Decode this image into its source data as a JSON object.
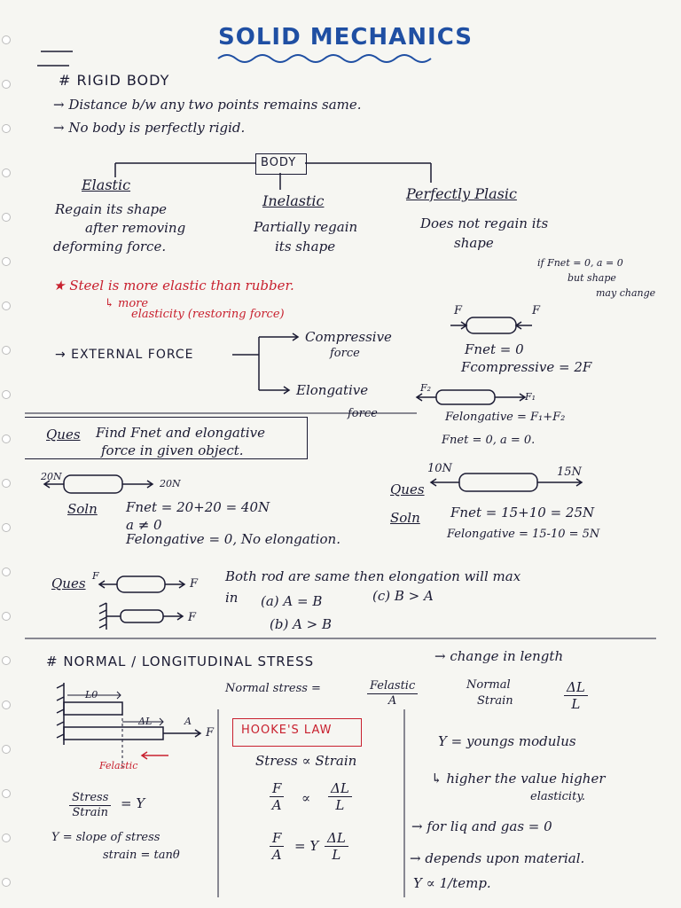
{
  "title": "SOLID MECHANICS",
  "rigid": {
    "heading": "# RIGID BODY",
    "l1": "→ Distance b/w any two points remains same.",
    "l2": "→ No body is perfectly rigid."
  },
  "tree": {
    "root": "BODY",
    "elastic": {
      "name": "Elastic",
      "d1": "Regain its shape",
      "d2": "after removing",
      "d3": "deforming force."
    },
    "inelastic": {
      "name": "Inelastic",
      "d1": "Partially regain",
      "d2": "its shape"
    },
    "plastic": {
      "name": "Perfectly Plasic",
      "d1": "Does not regain its",
      "d2": "shape"
    },
    "note1": "if Fnet = 0, a = 0",
    "note2": "but shape",
    "note3": "may change"
  },
  "steel": {
    "line": "★ Steel is more elastic than rubber.",
    "sub1": "↳ more",
    "sub2": "elasticity (restoring force)"
  },
  "ext": {
    "label": "→ EXTERNAL FORCE",
    "comp1": "Compressive",
    "comp2": "force",
    "comp_f1": "F",
    "comp_f2": "F",
    "comp_eq1": "Fnet = 0",
    "comp_eq2": "Fcompressive = 2F",
    "elong1": "Elongative",
    "elong2": "force",
    "elong_f1": "F₂",
    "elong_f2": "F₁",
    "elong_eq1": "Felongative = F₁+F₂",
    "elong_eq2": "Fnet = 0, a = 0."
  },
  "q1": {
    "label": "Ques",
    "text1": "Find Fnet and elongative",
    "text2": "force in given object.",
    "f_left": "20N",
    "f_right": "20N",
    "soln": "Soln",
    "s1": "Fnet = 20+20 = 40N",
    "s2": "a ≠ 0",
    "s3": "Felongative = 0, No elongation."
  },
  "q2": {
    "label": "Ques",
    "f_left": "10N",
    "f_right": "15N",
    "soln": "Soln",
    "s1": "Fnet = 15+10 = 25N",
    "s2": "Felongative = 15-10 = 5N"
  },
  "q3": {
    "label": "Ques",
    "f_top_left": "F",
    "f_top_right": "F",
    "f_bottom": "F",
    "text1": "Both rod are same then elongation will max",
    "text2": "in",
    "optA": "(a) A = B",
    "optC": "(c) B > A",
    "optB": "(b) A > B"
  },
  "stress": {
    "heading": "# NORMAL / LONGITUDINAL STRESS",
    "arrow_text": "→ change in length",
    "ns_label": "Normal stress =",
    "ns_num": "Felastic",
    "ns_den": "A",
    "nstrain_label1": "Normal",
    "nstrain_label2": "Strain",
    "nstrain_num": "ΔL",
    "nstrain_den": "L",
    "diag_l0": "L0",
    "diag_dl": "ΔL",
    "diag_a": "A",
    "diag_f": "F",
    "diag_fel": "Felastic",
    "ratio_num": "Stress",
    "ratio_den": "Strain",
    "ratio_eq": "= Y",
    "slope1": "Y = slope of stress",
    "slope2": "strain = tanθ"
  },
  "hooke": {
    "title": "HOOKE'S LAW",
    "line1": "Stress ∝ Strain",
    "f1n": "F",
    "f1d": "A",
    "prop": "∝",
    "f2n": "ΔL",
    "f2d": "L",
    "f3n": "F",
    "f3d": "A",
    "eqy": "= Y",
    "f4n": "ΔL",
    "f4d": "L"
  },
  "young": {
    "l1": "Y = youngs modulus",
    "l2": "↳ higher the value higher",
    "l3": "elasticity.",
    "l4": "→ for liq and gas = 0",
    "l5": "→ depends upon material.",
    "l6": "Y ∝ 1/temp."
  }
}
